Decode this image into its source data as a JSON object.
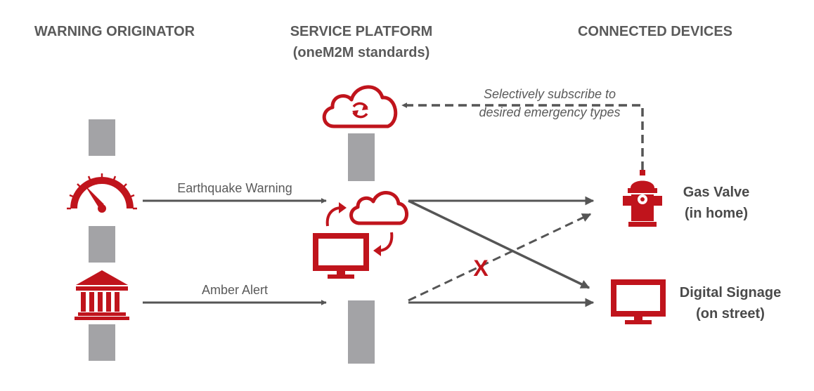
{
  "headers": {
    "originator": "WARNING ORIGINATOR",
    "platform_line1": "SERVICE PLATFORM",
    "platform_line2": "(oneM2M standards)",
    "devices": "CONNECTED DEVICES"
  },
  "flows": {
    "earthquake": "Earthquake Warning",
    "amber": "Amber Alert"
  },
  "subscription_note": {
    "line1": "Selectively subscribe to",
    "line2": "desired emergency types"
  },
  "devices": {
    "gas_valve": {
      "line1": "Gas Valve",
      "line2": "(in home)"
    },
    "signage": {
      "line1": "Digital Signage",
      "line2": "(on street)"
    }
  },
  "blocked_marker": "X",
  "colors": {
    "accent": "#c0141c",
    "text": "#5a5a5a",
    "arrow": "#555555",
    "pillar": "#a3a3a6"
  },
  "icons": {
    "originator_top": "gauge-icon",
    "originator_bottom": "government-building-icon",
    "platform_top": "cloud-sync-icon",
    "platform_center": "cloud-computer-sync-icon",
    "device_top": "fire-hydrant-icon",
    "device_bottom": "monitor-icon"
  }
}
